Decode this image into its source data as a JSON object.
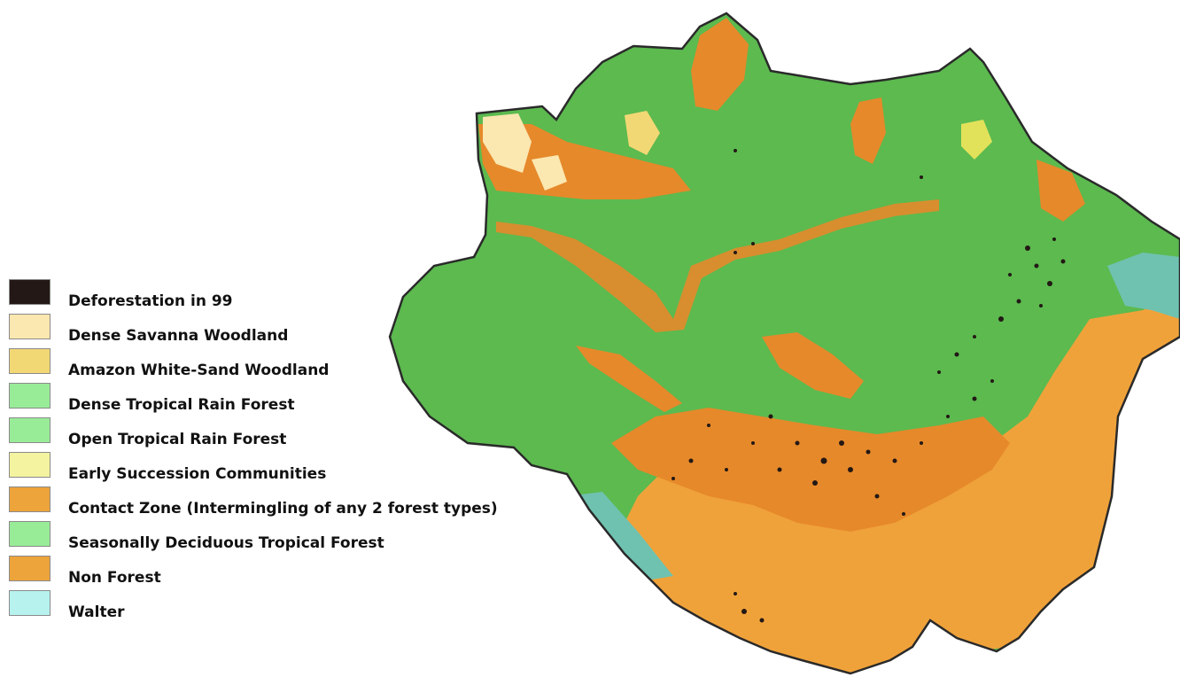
{
  "legend": {
    "items": [
      {
        "label": "Deforestation in 99",
        "color": "#231815"
      },
      {
        "label": "Dense Savanna Woodland",
        "color": "#fbe7b0"
      },
      {
        "label": "Amazon White-Sand Woodland",
        "color": "#f2d874"
      },
      {
        "label": "Dense Tropical Rain Forest",
        "color": "#98ec98"
      },
      {
        "label": "Open Tropical Rain Forest",
        "color": "#98ec98"
      },
      {
        "label": "Early Succession Communities",
        "color": "#f4f3a0"
      },
      {
        "label": "Contact Zone (Intermingling of any 2 forest types)",
        "color": "#eda43a"
      },
      {
        "label": "Seasonally Deciduous Tropical Forest",
        "color": "#98ec98"
      },
      {
        "label": "Non Forest",
        "color": "#eda43a"
      },
      {
        "label": "Walter",
        "color": "#b7f2ef"
      }
    ]
  },
  "map": {
    "colors": {
      "forest": "#5cba4f",
      "contact_zone": "#e6892a",
      "non_forest": "#f0a23a",
      "dense_savanna": "#fbe7b0",
      "white_sand": "#f2d874",
      "early_succession": "#e2e25a",
      "water": "#6fc2b0",
      "deforestation": "#231815",
      "border": "#2a2a2a"
    }
  }
}
